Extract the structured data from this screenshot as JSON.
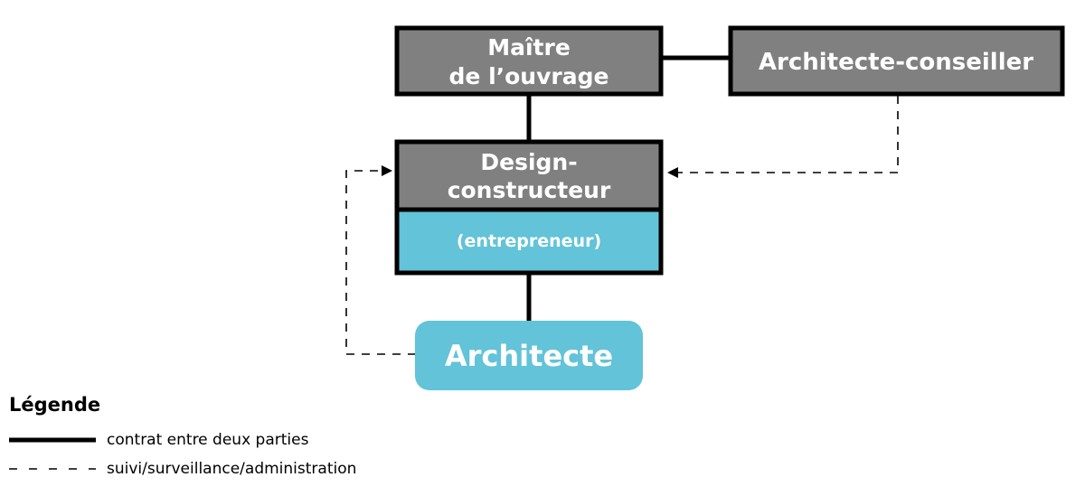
{
  "nodes": {
    "maitre": {
      "line1": "Maître",
      "line2": "de l’ouvrage"
    },
    "architecte_conseiller": {
      "label": "Architecte-conseiller"
    },
    "design_constructeur": {
      "line1": "Design-",
      "line2": "constructeur",
      "sub": "(entrepreneur)"
    },
    "architecte": {
      "label": "Architecte"
    }
  },
  "legend": {
    "title": "Légende",
    "items": [
      {
        "style": "solid",
        "label": "contrat entre deux parties"
      },
      {
        "style": "dashed",
        "label": "suivi/surveillance/administration"
      }
    ]
  },
  "colors": {
    "box_gray": "#808080",
    "box_teal": "#62c3d9",
    "line": "#000000",
    "text_on_box": "#ffffff"
  }
}
